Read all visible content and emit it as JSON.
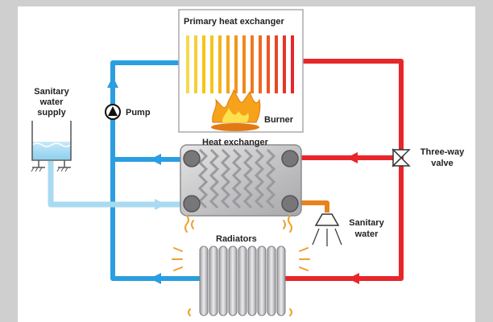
{
  "labels": {
    "primary_heat_exchanger": "Primary heat exchanger",
    "burner": "Burner",
    "pump": "Pump",
    "sanitary_water_supply": [
      "Sanitary",
      "water",
      "supply"
    ],
    "heat_exchanger": "Heat exchanger",
    "three_way_valve": [
      "Three-way",
      "valve"
    ],
    "sanitary_water": [
      "Sanitary",
      "water"
    ],
    "radiators": "Radiators"
  },
  "colors": {
    "hot_pipe": "#e8262a",
    "cold_pipe": "#2a9ee0",
    "cold_supply_pipe": "#a9daf2",
    "sanitary_hot_pipe": "#e8821d",
    "heat_tube_yellow": "#f5c518",
    "heat_tube_orange": "#f08a1c",
    "heat_tube_red": "#e8262a",
    "flame": "#f6a21b",
    "radiator": "#c9c9cc"
  },
  "icons": [
    "pump-icon",
    "burner-flame-icon",
    "three-way-valve-icon",
    "shower-head-icon",
    "water-tank-icon",
    "heat-wave-icon"
  ]
}
